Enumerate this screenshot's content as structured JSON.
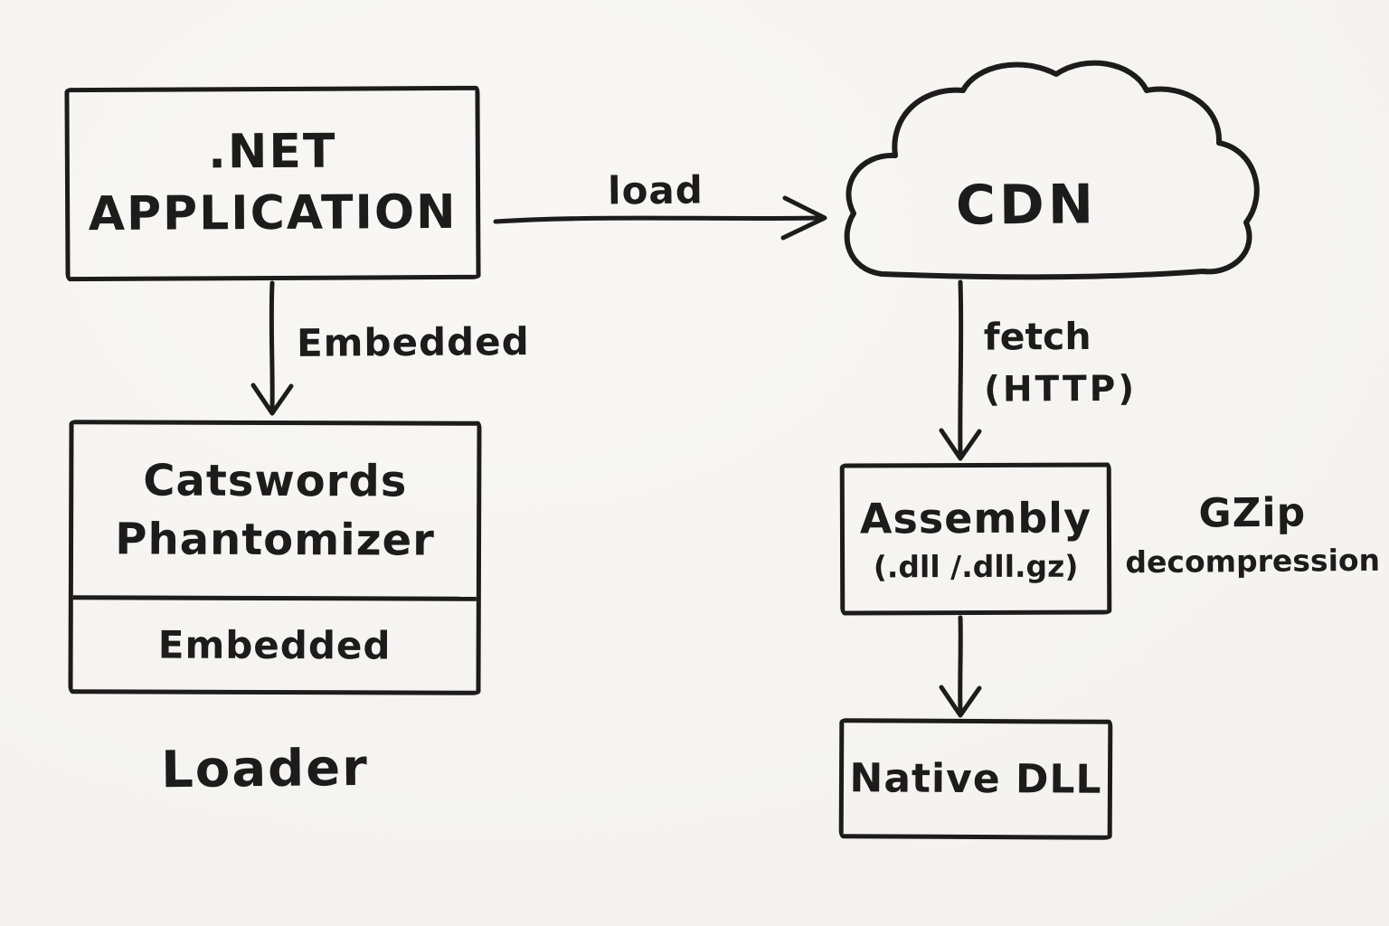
{
  "colors": {
    "ink": "#1c1c1c",
    "paper": "#f5f4f1"
  },
  "nodes": {
    "dotnet_app": {
      "line1": ".NET",
      "line2": "APPLICATION"
    },
    "cdn": {
      "label": "CDN"
    },
    "phantomizer": {
      "line1": "Catswords",
      "line2": "Phantomizer",
      "compartment": "Embedded"
    },
    "loader_caption": {
      "label": "Loader"
    },
    "assembly": {
      "line1": "Assembly",
      "line2": "(.dll /.dll.gz)"
    },
    "gzip_note": {
      "line1": "GZip",
      "line2": "decompression"
    },
    "native_dll": {
      "label": "Native DLL"
    }
  },
  "edges": {
    "load": {
      "label": "load"
    },
    "embedded": {
      "label": "Embedded"
    },
    "fetch": {
      "line1": "fetch",
      "line2": "(HTTP)"
    }
  }
}
